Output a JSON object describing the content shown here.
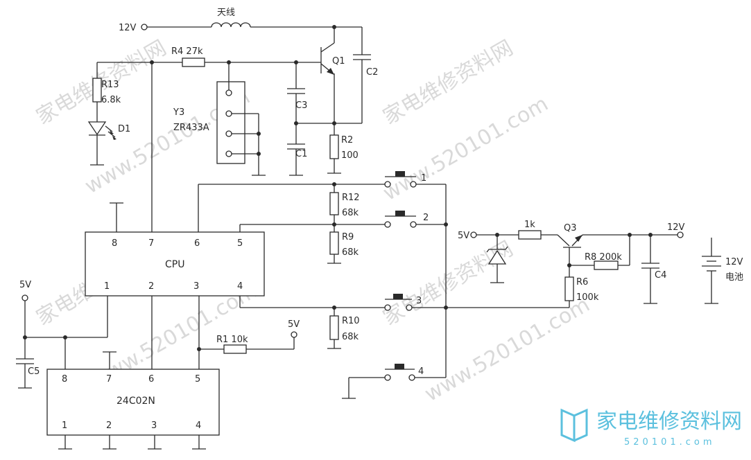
{
  "labels": {
    "v12_top": "12V",
    "antenna": "天线",
    "r4": "R4 27k",
    "q1": "Q1",
    "c2": "C2",
    "r13": "R13",
    "r13_val": "6.8k",
    "d1": "D1",
    "y3": "Y3",
    "y3_part": "ZR433A",
    "c3": "C3",
    "c1": "C1",
    "r2": "R2",
    "r2_val": "100",
    "r12": "R12",
    "r12_val": "68k",
    "r9": "R9",
    "r9_val": "68k",
    "r10": "R10",
    "r10_val": "68k",
    "r1": "R1 10k",
    "v5_r1": "5V",
    "v5_left": "5V",
    "c5": "C5",
    "v5_reg": "5V",
    "r_1k": "1k",
    "q3": "Q3",
    "r8": "R8 200k",
    "r6": "R6",
    "r6_val": "100k",
    "c4": "C4",
    "v12_right": "12V",
    "battery_v": "12V",
    "battery_name": "电池",
    "sw1": "1",
    "sw2": "2",
    "sw3": "3",
    "sw4": "4"
  },
  "cpu": {
    "name": "CPU",
    "pins_top": [
      "8",
      "7",
      "6",
      "5"
    ],
    "pins_bottom": [
      "1",
      "2",
      "3",
      "4"
    ]
  },
  "eeprom": {
    "name": "24C02N",
    "pins_top": [
      "8",
      "7",
      "6",
      "5"
    ],
    "pins_bottom": [
      "1",
      "2",
      "3",
      "4"
    ]
  },
  "watermark": {
    "brand": "家电维修资料网",
    "url": "www.520101.com"
  },
  "logo": {
    "name": "家电维修资料网",
    "url": "520101.com"
  }
}
